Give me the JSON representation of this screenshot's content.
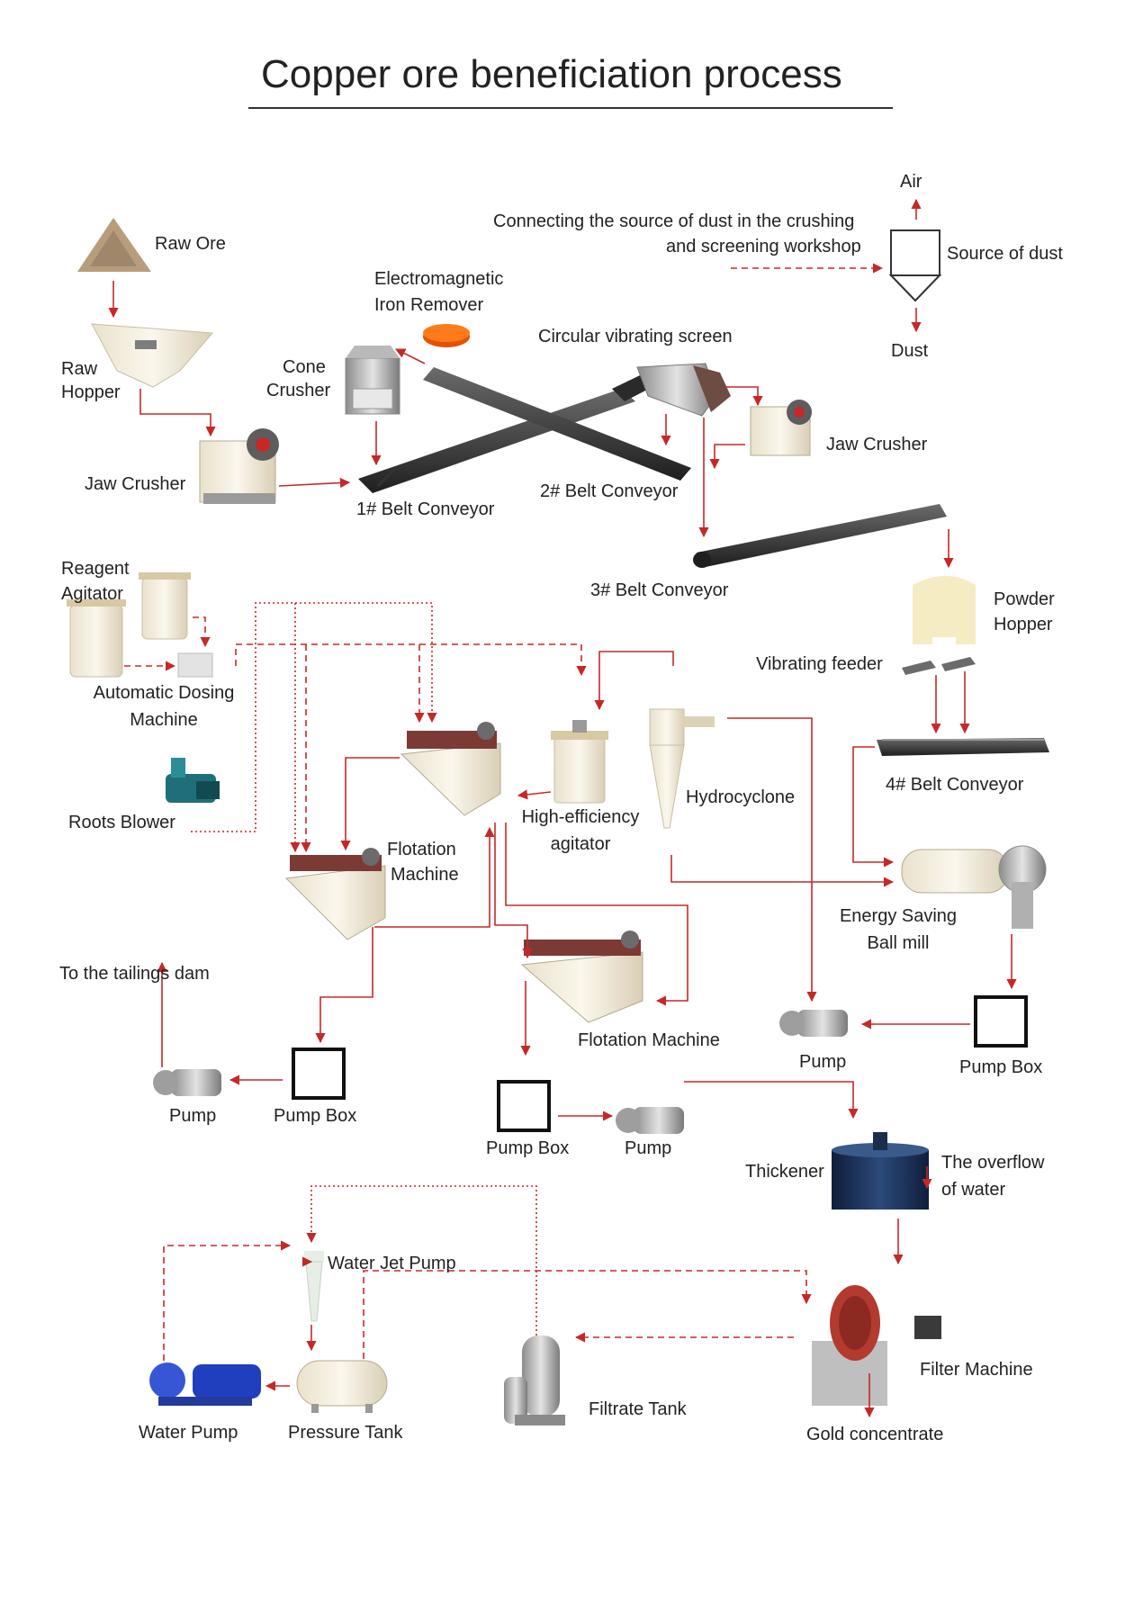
{
  "title": "Copper ore beneficiation process",
  "colors": {
    "flow_line": "#c62828",
    "text": "#222222",
    "equipment_light": "#f1ead8",
    "equipment_dark": "#3a3a3a"
  },
  "labels": {
    "air": "Air",
    "dust_source_note_1": "Connecting the source of dust in the crushing",
    "dust_source_note_2": "and screening workshop",
    "source_of_dust": "Source of dust",
    "dust": "Dust",
    "raw_ore": "Raw Ore",
    "electromagnetic_1": "Electromagnetic",
    "electromagnetic_2": "Iron Remover",
    "circular_vibrating_screen": "Circular vibrating screen",
    "raw_hopper_1": "Raw",
    "raw_hopper_2": "Hopper",
    "cone_crusher_1": "Cone",
    "cone_crusher_2": "Crusher",
    "jaw_crusher_right": "Jaw Crusher",
    "jaw_crusher_left": "Jaw Crusher",
    "belt_conveyor_2": "2# Belt Conveyor",
    "belt_conveyor_1": "1# Belt Conveyor",
    "reagent_agitator_1": "Reagent",
    "reagent_agitator_2": "Agitator",
    "belt_conveyor_3": "3# Belt Conveyor",
    "powder_hopper_1": "Powder",
    "powder_hopper_2": "Hopper",
    "vibrating_feeder": "Vibrating feeder",
    "dosing_1": "Automatic Dosing",
    "dosing_2": "Machine",
    "belt_conveyor_4": "4# Belt Conveyor",
    "hydrocyclone": "Hydrocyclone",
    "roots_blower": "Roots Blower",
    "agitator_1": "High-efficiency",
    "agitator_2": "agitator",
    "flotation_1": "Flotation",
    "flotation_2": "Machine",
    "ball_mill_1": "Energy Saving",
    "ball_mill_2": "Ball mill",
    "tailings_dam": "To the tailings dam",
    "flotation_machine_lower": "Flotation Machine",
    "pump_right": "Pump",
    "pump_box_right": "Pump Box",
    "pump_left": "Pump",
    "pump_box_left": "Pump Box",
    "pump_box_mid": "Pump Box",
    "pump_mid": "Pump",
    "thickener": "Thickener",
    "overflow_1": "The overflow",
    "overflow_2": "of water",
    "water_jet_pump": "Water Jet Pump",
    "filter_machine": "Filter Machine",
    "filtrate_tank": "Filtrate Tank",
    "water_pump": "Water Pump",
    "pressure_tank": "Pressure Tank",
    "gold_concentrate": "Gold concentrate"
  }
}
